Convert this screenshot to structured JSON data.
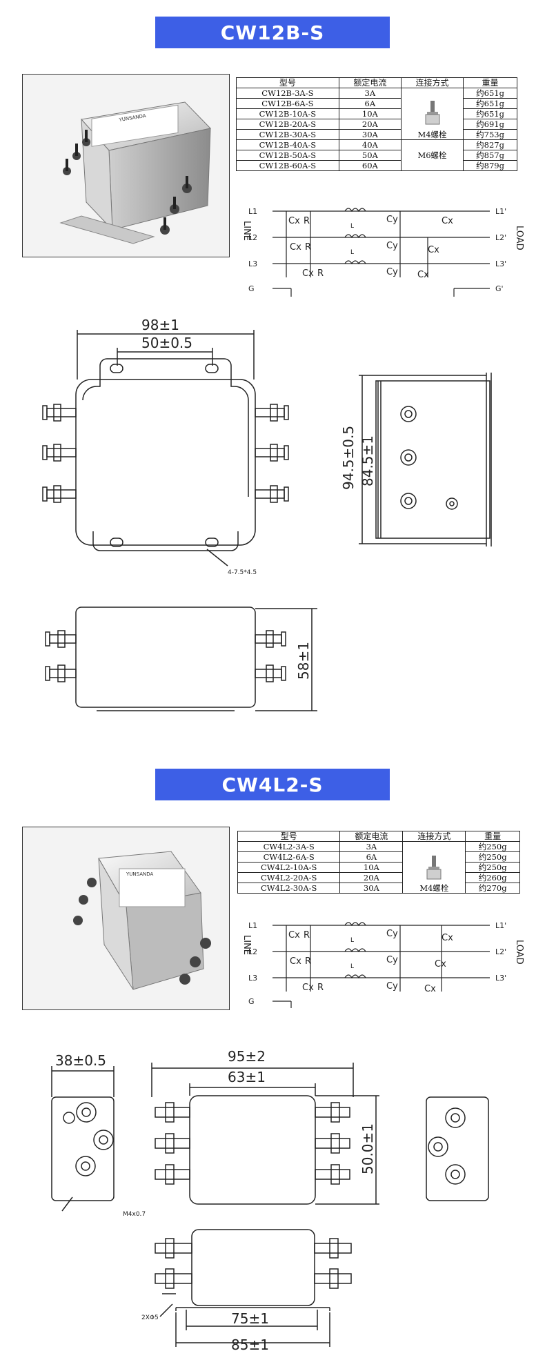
{
  "sections": [
    {
      "title": "CW12B-S",
      "table": {
        "headers": [
          "型号",
          "额定电流",
          "连接方式",
          "重量"
        ],
        "rows": [
          {
            "model": "CW12B-3A-S",
            "current": "3A",
            "weight": "约651g"
          },
          {
            "model": "CW12B-6A-S",
            "current": "6A",
            "weight": "约651g"
          },
          {
            "model": "CW12B-10A-S",
            "current": "10A",
            "weight": "约651g"
          },
          {
            "model": "CW12B-20A-S",
            "current": "20A",
            "weight": "约691g"
          },
          {
            "model": "CW12B-30A-S",
            "current": "30A",
            "weight": "约753g"
          },
          {
            "model": "CW12B-40A-S",
            "current": "40A",
            "weight": "约827g"
          },
          {
            "model": "CW12B-50A-S",
            "current": "50A",
            "weight": "约857g"
          },
          {
            "model": "CW12B-60A-S",
            "current": "60A",
            "weight": "约879g"
          }
        ],
        "connections": [
          "M4螺栓",
          "M6螺栓"
        ]
      },
      "label_text": "YUNSANDA",
      "dimensions": {
        "width": "98±1",
        "hole_spacing": "50±0.5",
        "outer_height": "94.5±0.5",
        "inner_height": "84.5±1",
        "holes": "4-7.5*4.5",
        "depth": "58±1"
      }
    },
    {
      "title": "CW4L2-S",
      "table": {
        "headers": [
          "型号",
          "额定电流",
          "连接方式",
          "重量"
        ],
        "rows": [
          {
            "model": "CW4L2-3A-S",
            "current": "3A",
            "weight": "约250g"
          },
          {
            "model": "CW4L2-6A-S",
            "current": "6A",
            "weight": "约250g"
          },
          {
            "model": "CW4L2-10A-S",
            "current": "10A",
            "weight": "约250g"
          },
          {
            "model": "CW4L2-20A-S",
            "current": "20A",
            "weight": "约260g"
          },
          {
            "model": "CW4L2-30A-S",
            "current": "30A",
            "weight": "约270g"
          }
        ],
        "connections": [
          "M4螺栓"
        ]
      },
      "label_text": "YUNSANDA",
      "dimensions": {
        "side_width": "38±0.5",
        "total_width": "95±2",
        "body_width": "63±1",
        "height": "50.0±1",
        "bolt": "M4x0.7",
        "hole_spacing": "75±1",
        "base_width": "85±1",
        "holes": "2XΦ5"
      }
    }
  ],
  "schematic": {
    "lines_in": [
      "L1",
      "L2",
      "L3"
    ],
    "lines_out": [
      "L1'",
      "L2'",
      "L3'"
    ],
    "ground_in": "G",
    "ground_out": "G'",
    "side_in": "LINE",
    "side_out": "LOAD",
    "cx": "Cx",
    "r": "R",
    "cy": "Cy",
    "l": "L"
  }
}
